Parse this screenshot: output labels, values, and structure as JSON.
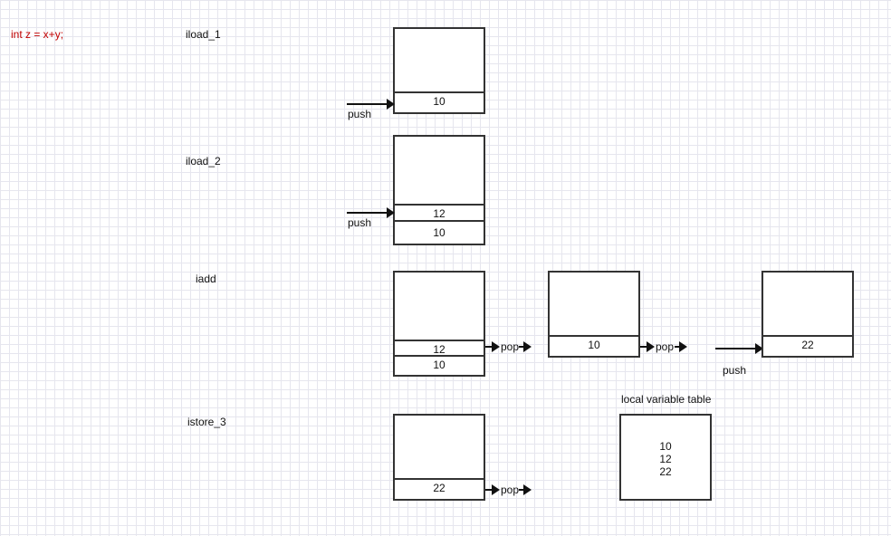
{
  "code": "int z = x+y;",
  "steps": {
    "iload_1": "iload_1",
    "iload_2": "iload_2",
    "iadd": "iadd",
    "istore_3": "istore_3"
  },
  "labels": {
    "push": "push",
    "pop": "pop"
  },
  "iload1_stack": [
    "10"
  ],
  "iload2_stack": [
    "12",
    "10"
  ],
  "iadd_stack_1": [
    "12",
    "10"
  ],
  "iadd_stack_2": [
    "10"
  ],
  "iadd_stack_3": [
    "22"
  ],
  "istore3_stack": [
    "22"
  ],
  "local_table": {
    "title": "local variable table",
    "values": [
      "10",
      "12",
      "22"
    ]
  }
}
